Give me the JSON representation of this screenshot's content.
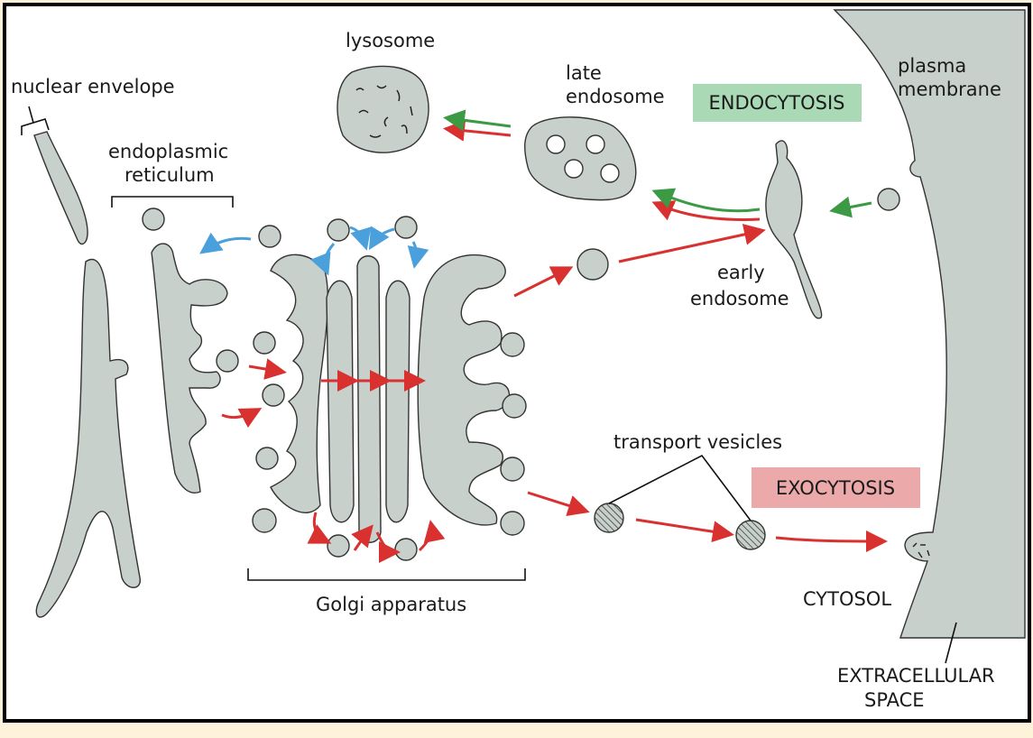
{
  "labels": {
    "nuclear_envelope": "nuclear envelope",
    "er_line1": "endoplasmic",
    "er_line2": "reticulum",
    "lysosome": "lysosome",
    "late_endosome_line1": "late",
    "late_endosome_line2": "endosome",
    "endocytosis": "ENDOCYTOSIS",
    "plasma_membrane_line1": "plasma",
    "plasma_membrane_line2": "membrane",
    "early_endosome_line1": "early",
    "early_endosome_line2": "endosome",
    "transport_vesicles": "transport vesicles",
    "exocytosis": "EXOCYTOSIS",
    "golgi": "Golgi apparatus",
    "cytosol": "CYTOSOL",
    "extracellular_line1": "EXTRACELLULAR",
    "extracellular_line2": "SPACE"
  },
  "colors": {
    "organelle_fill": "#c8d0cc",
    "secretory_arrow": "#d8312f",
    "retrieval_arrow": "#4aa0db",
    "endocytic_arrow": "#3c9a45",
    "endocytosis_box": "#a9d9b5",
    "exocytosis_box": "#eba9a9",
    "page_background": "#fdf2da"
  }
}
